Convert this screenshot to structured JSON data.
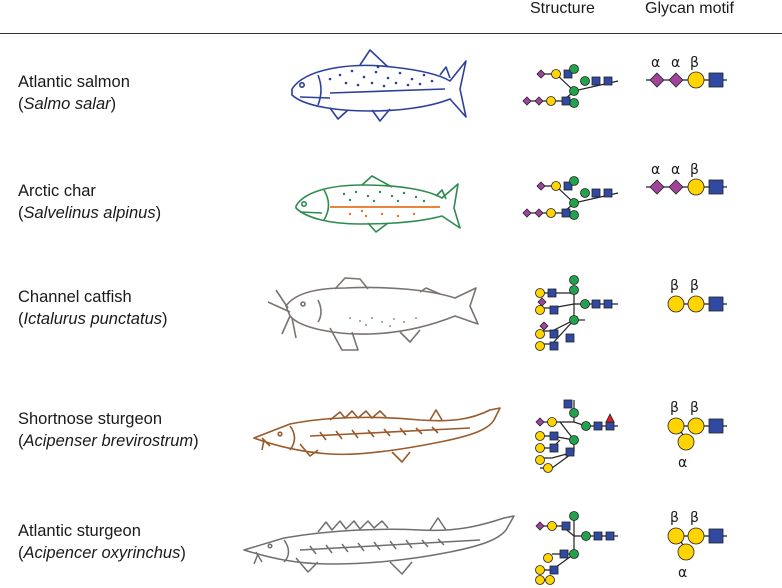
{
  "header": {
    "structure_label": "Structure",
    "motif_label": "Glycan motif"
  },
  "colors": {
    "sialic_acid": "#A0449B",
    "galactose": "#FFD400",
    "mannose": "#21A24D",
    "glcnac": "#2F4AA0",
    "fucose": "#E02020",
    "salmon_outline": "#2c3f9c",
    "char_outline": "#2e8b4f",
    "char_lateral_line": "#e8731f",
    "catfish_outline": "#7a7370",
    "shortnose_outline": "#9a5a2a",
    "atlantic_sturgeon_outline": "#6f6f6f"
  },
  "species": [
    {
      "common": "Atlantic salmon",
      "sci_open": "(",
      "sci": "Salmo salar",
      "sci_close": ")",
      "fish_icon": "salmon-icon",
      "motif_labels": [
        "α",
        "α",
        "β"
      ]
    },
    {
      "common": "Arctic char",
      "sci_open": "(",
      "sci": "Salvelinus alpinus",
      "sci_close": ")",
      "fish_icon": "trout-icon",
      "motif_labels": [
        "α",
        "α",
        "β"
      ]
    },
    {
      "common": "Channel catfish",
      "sci_open": "(",
      "sci": "Ictalurus punctatus",
      "sci_close": ")",
      "fish_icon": "catfish-icon",
      "motif_labels": [
        "β",
        "β"
      ]
    },
    {
      "common": "Shortnose sturgeon",
      "sci_open": "(",
      "sci": "Acipenser brevirostrum",
      "sci_close": ")",
      "fish_icon": "sturgeon-icon",
      "motif_labels": [
        "β",
        "β",
        "α"
      ]
    },
    {
      "common": "Atlantic sturgeon",
      "sci_open": "(",
      "sci": "Acipencer oxyrinchus",
      "sci_close": ")",
      "fish_icon": "sturgeon-icon",
      "motif_labels": [
        "β",
        "β",
        "α"
      ]
    }
  ]
}
